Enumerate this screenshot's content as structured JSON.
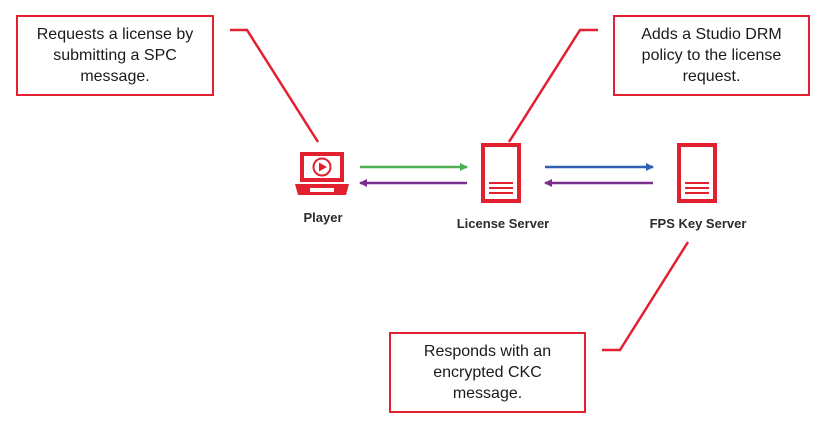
{
  "callouts": {
    "player": "Requests a license by submitting a SPC message.",
    "license_server": "Adds a Studio DRM policy to the license request.",
    "fps_key_server": "Responds with an encrypted CKC message."
  },
  "nodes": {
    "player": "Player",
    "license_server": "License Server",
    "fps_key_server": "FPS Key Server"
  },
  "colors": {
    "accent_red": "#e3202f",
    "arrow_green": "#4caf50",
    "arrow_blue": "#2f5fb3",
    "arrow_purple": "#7b2f8c"
  },
  "icons": {
    "player": "laptop-play-icon",
    "license_server": "server-icon",
    "fps_key_server": "server-icon"
  }
}
